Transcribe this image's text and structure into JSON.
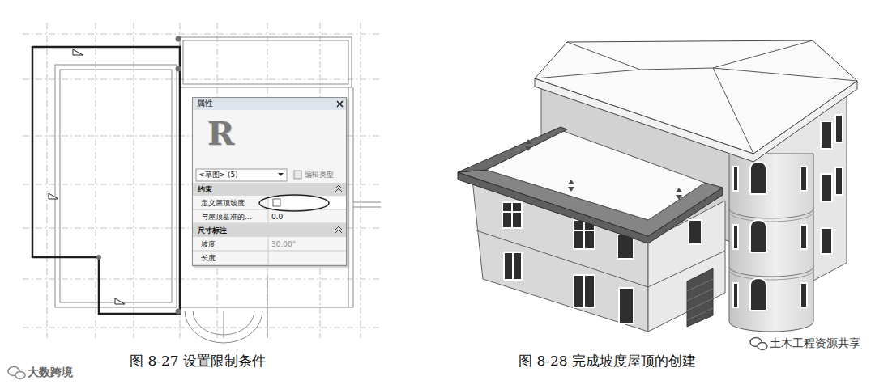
{
  "diagram": {
    "nodes": [
      {
        "text": [
          "属性",
          "R",
          "<草图> (5)",
          "编辑类型",
          "约束",
          "定义屋顶坡度",
          "与屋顶基准的...",
          "0.0",
          "尺寸标注",
          "坡度",
          "30.00°",
          "长度"
        ]
      }
    ],
    "labels": [
      "图 8-27 设置限制条件",
      "图 8-28 完成坡度屋顶的创建",
      "土木工程资源共享",
      "大数跨境"
    ]
  }
}
